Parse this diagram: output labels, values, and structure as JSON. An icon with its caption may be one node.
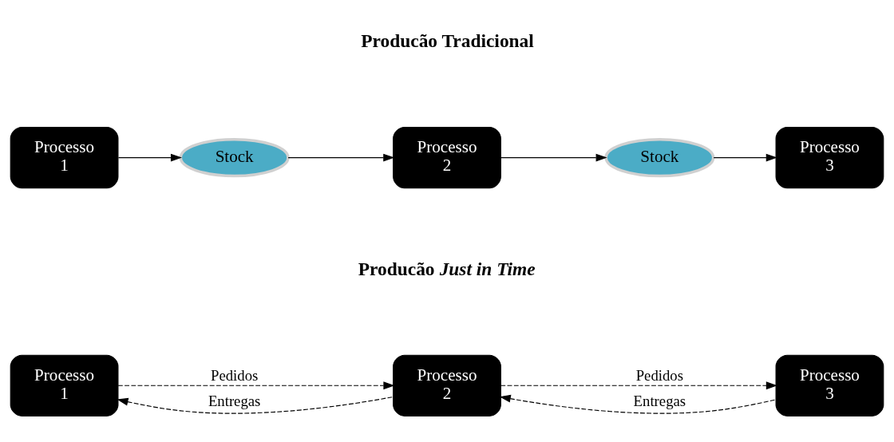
{
  "diagram": {
    "nodes": [
      {
        "text": [
          "Processo 1"
        ]
      },
      {
        "text": [
          "Stock"
        ]
      },
      {
        "text": [
          "Processo 2"
        ]
      },
      {
        "text": [
          "Stock"
        ]
      },
      {
        "text": [
          "Processo 3"
        ]
      },
      {
        "text": [
          "Processo 1"
        ]
      },
      {
        "text": [
          "Processo 2"
        ]
      },
      {
        "text": [
          "Processo 3"
        ]
      }
    ],
    "edges": [
      {
        "from": 0,
        "to": 1,
        "arrow": "to"
      },
      {
        "from": 1,
        "to": 2,
        "arrow": "to"
      },
      {
        "from": 2,
        "to": 3,
        "arrow": "to"
      },
      {
        "from": 3,
        "to": 4,
        "arrow": "to"
      },
      {
        "from": 5,
        "to": 6,
        "arrow": "to",
        "style": "dashed",
        "label": "Pedidos"
      },
      {
        "from": 6,
        "to": 5,
        "arrow": "to",
        "style": "dashed",
        "label": "Entregas"
      },
      {
        "from": 6,
        "to": 7,
        "arrow": "to",
        "style": "dashed",
        "label": "Pedidos"
      },
      {
        "from": 7,
        "to": 6,
        "arrow": "to",
        "style": "dashed",
        "label": "Entregas"
      }
    ],
    "labels": [
      "Producão Tradicional",
      "Producão *Just in Time*"
    ]
  }
}
